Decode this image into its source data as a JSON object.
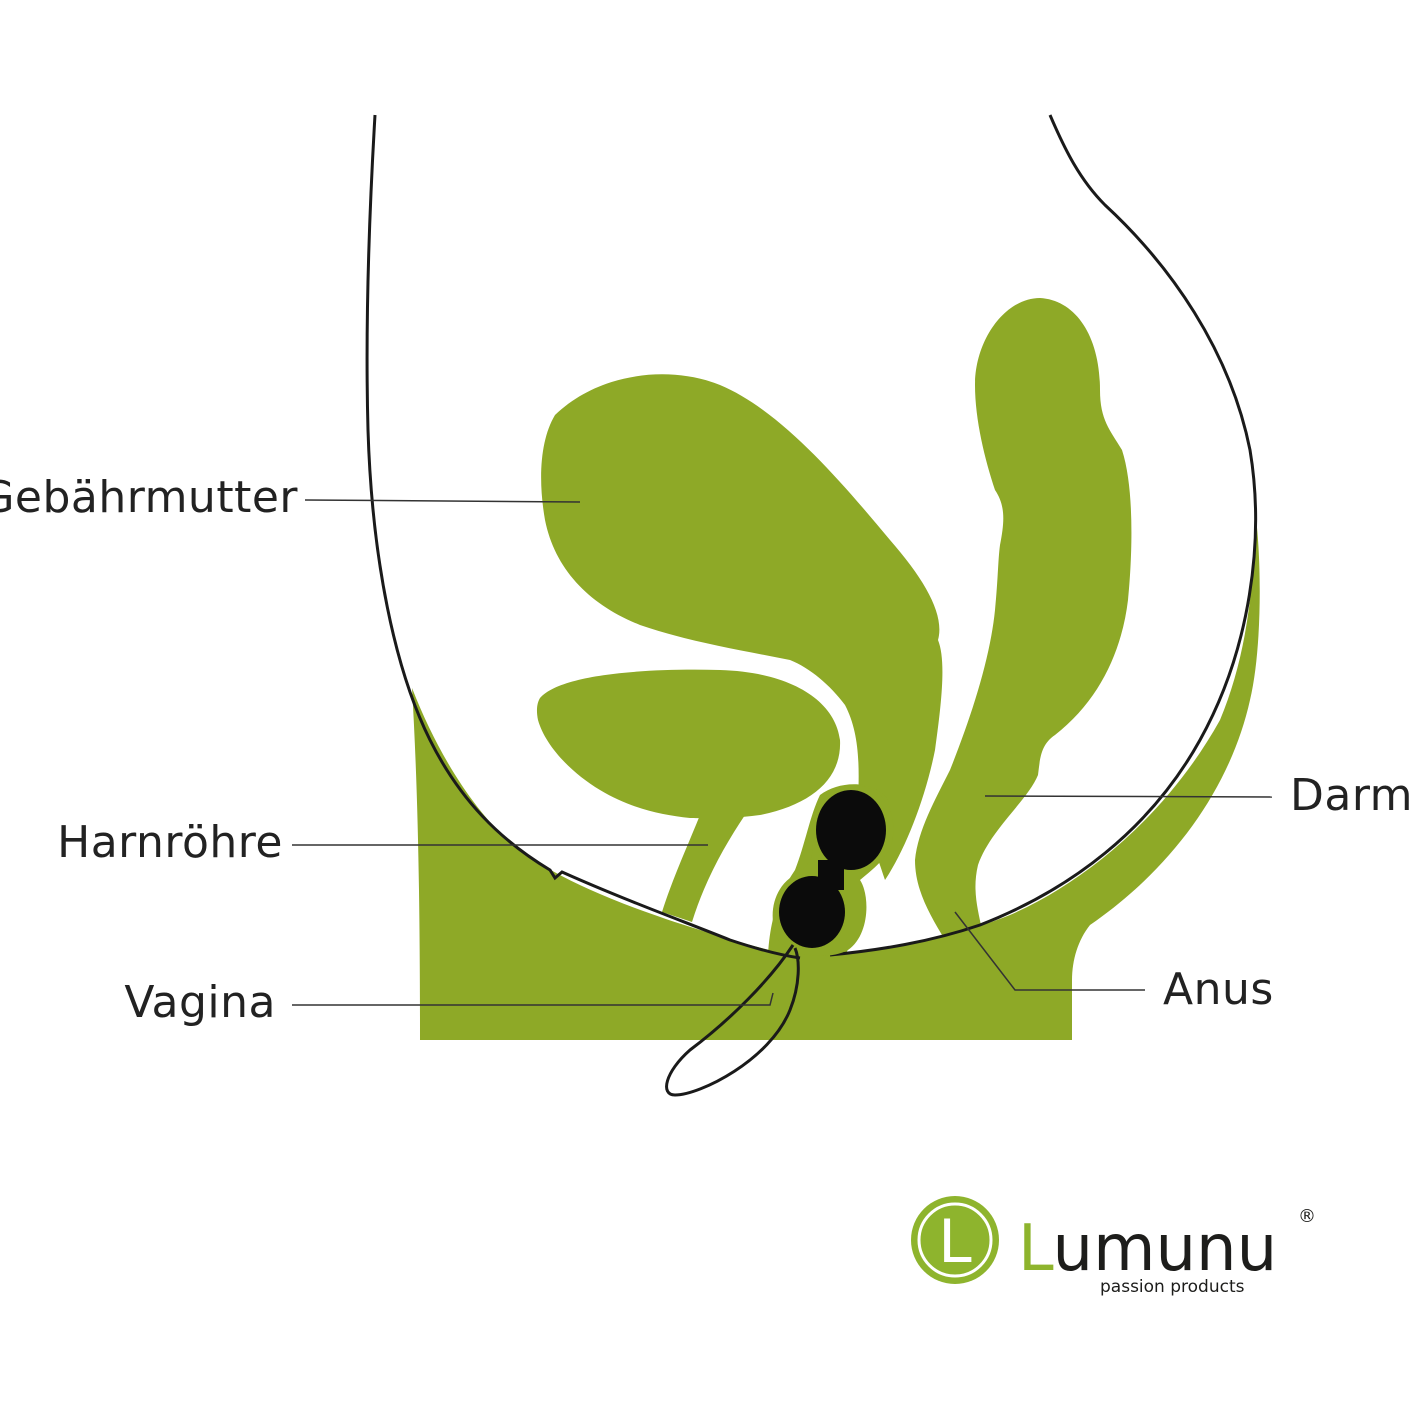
{
  "labels": {
    "uterus": "Gebährmutter",
    "urethra": "Harnröhre",
    "vagina": "Vagina",
    "bowel": "Darm",
    "anus": "Anus"
  },
  "brand": {
    "name_first": "L",
    "name_rest": "umunu",
    "registered": "®",
    "tagline": "passion products",
    "logo_letter": "L"
  },
  "colors": {
    "organ_green": "#8ea927",
    "outline": "#1a1a1a",
    "balls": "#0b0b0b",
    "brand_green": "#8eb42d"
  },
  "icons": {
    "logo": "lumunu-circle-logo-icon"
  }
}
